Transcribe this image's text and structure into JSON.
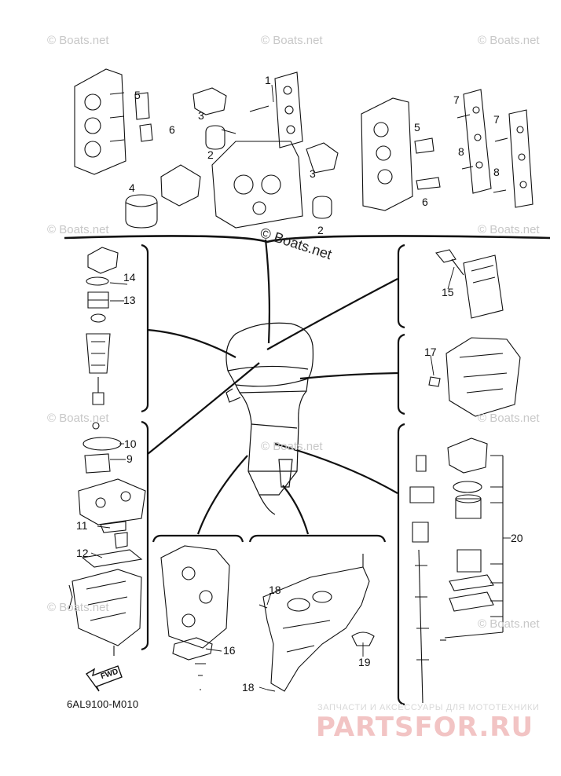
{
  "watermark_text": "© Boats.net",
  "watermark_center_text": "© Boats.net",
  "diagram_code": "6AL9100-M010",
  "fwd_label": "FWD",
  "brand": {
    "tagline": "ЗАПЧАСТИ И АКСЕССУАРЫ ДЛЯ МОТОТЕХНИКИ",
    "name": "PARTSFOR.RU"
  },
  "callouts": {
    "c1": "1",
    "c2a": "2",
    "c2b": "2",
    "c3a": "3",
    "c3b": "3",
    "c4": "4",
    "c5a": "5",
    "c5b": "5",
    "c6a": "6",
    "c6b": "6",
    "c7a": "7",
    "c7b": "7",
    "c8a": "8",
    "c8b": "8",
    "c9": "9",
    "c10": "10",
    "c11": "11",
    "c12": "12",
    "c13": "13",
    "c14": "14",
    "c15": "15",
    "c16": "16",
    "c17": "17",
    "c18a": "18",
    "c18b": "18",
    "c19": "19",
    "c20": "20"
  }
}
